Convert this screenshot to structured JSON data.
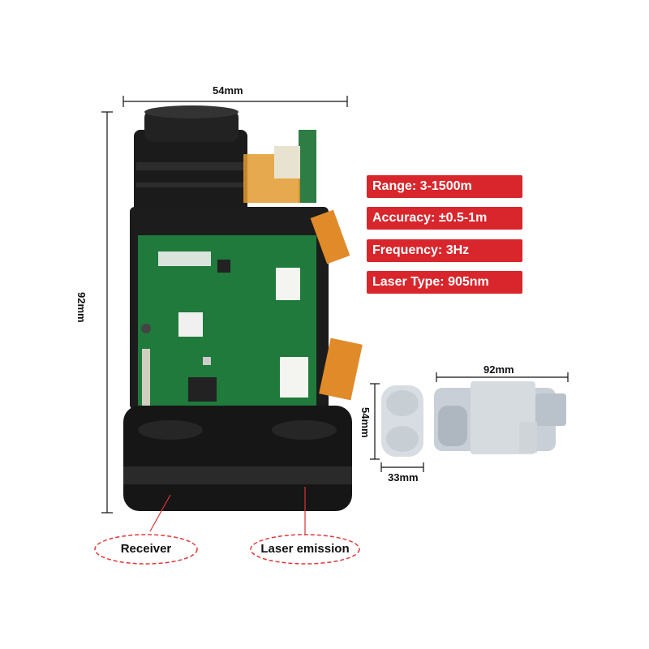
{
  "dimensions": {
    "width_main": "54mm",
    "height_main": "92mm",
    "length_side": "92mm",
    "height_front": "54mm",
    "width_front": "33mm"
  },
  "specs": [
    {
      "label": "Range: 3-1500m"
    },
    {
      "label": "Accuracy: ±0.5-1m"
    },
    {
      "label": "Frequency: 3Hz"
    },
    {
      "label": "Laser Type: 905nm"
    }
  ],
  "callouts": {
    "receiver": "Receiver",
    "laser_emission": "Laser emission"
  },
  "colors": {
    "spec_bg": "#d8262c",
    "pcb_green": "#1e7a3a",
    "body_black": "#1a1a1a",
    "callout_ring": "#e03a3a"
  }
}
